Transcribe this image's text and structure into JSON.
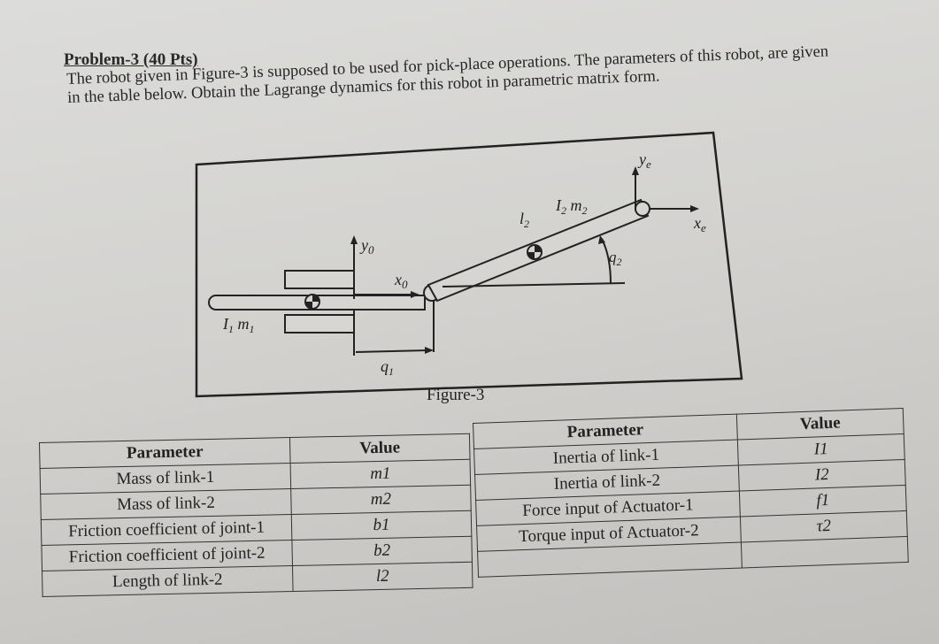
{
  "problem": {
    "heading": "Problem-3 (40 Pts)",
    "paragraph": "The robot given in Figure-3 is supposed to be used for pick-place operations. The parameters of this robot, are given in the table below. Obtain the Lagrange dynamics for this robot in parametric matrix form."
  },
  "figure": {
    "caption": "Figure-3",
    "labels": {
      "y0": "y0",
      "x0": "x0",
      "q1": "q1",
      "l1m1": "I1 m1",
      "l2": "l2",
      "I2m2": "I2 m2",
      "q2": "q2",
      "ye": "ye",
      "xe": "xe"
    }
  },
  "table_left": {
    "header_param": "Parameter",
    "header_value": "Value",
    "rows": [
      {
        "param": "Mass of link-1",
        "value": "m1"
      },
      {
        "param": "Mass of link-2",
        "value": "m2"
      },
      {
        "param": "Friction coefficient of joint-1",
        "value": "b1"
      },
      {
        "param": "Friction coefficient of joint-2",
        "value": "b2"
      },
      {
        "param": "Length of link-2",
        "value": "l2"
      }
    ]
  },
  "table_right": {
    "header_param": "Parameter",
    "header_value": "Value",
    "rows": [
      {
        "param": "Inertia of link-1",
        "value": "I1"
      },
      {
        "param": "Inertia of link-2",
        "value": "I2"
      },
      {
        "param": "Force input of Actuator-1",
        "value": "f1"
      },
      {
        "param": "Torque input of Actuator-2",
        "value": "τ2"
      },
      {
        "param": "",
        "value": ""
      }
    ]
  }
}
